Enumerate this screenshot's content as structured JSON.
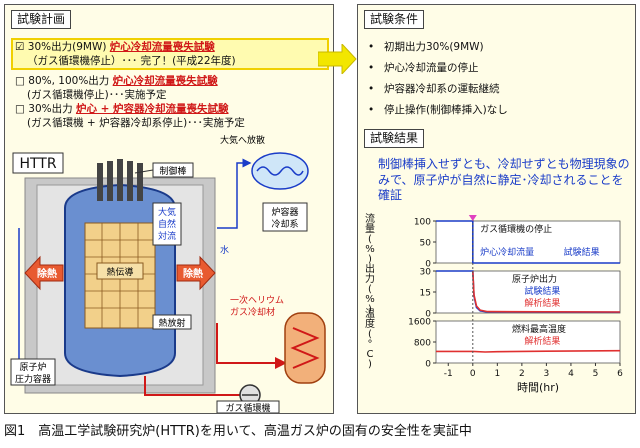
{
  "left_panel": {
    "title": "試験計画",
    "plans": [
      {
        "check": "☑",
        "prefix": "30%出力(9MW)",
        "emph": "炉心冷却流量喪失試験",
        "line2": "（ガス循環機停止）･･･ 完了！(平成22年度)"
      },
      {
        "check": "□",
        "prefix": "80%, 100%出力",
        "emph": "炉心冷却流量喪失試験",
        "line2": "(ガス循環機停止)･･･実施予定"
      },
      {
        "check": "□",
        "prefix": "30%出力",
        "emph": "炉心 + 炉容器冷却流量喪失試験",
        "line2": "(ガス循環機 + 炉容器冷却系停止)･･･実施予定"
      }
    ]
  },
  "diagram": {
    "htttr_label": "HTTR",
    "labels": {
      "control_rod": "制御棒",
      "atmosphere": "大気へ放散",
      "natural_conv": [
        "大気",
        "自然",
        "対流"
      ],
      "heat_conduction": "熱伝導",
      "heat_rem_left": "除熱",
      "heat_rem_right": "除熱",
      "water": "水",
      "vessel_cooling": [
        "炉容器",
        "冷却系"
      ],
      "radiation": "熱放射",
      "helium": [
        "一次ヘリウム",
        "ガス冷却材"
      ],
      "pressure_vessel": [
        "原子炉",
        "圧力容器"
      ],
      "gas_circulator": "ガス循環機"
    }
  },
  "right_panel": {
    "conditions_title": "試験条件",
    "conditions": [
      "初期出力30%(9MW)",
      "炉心冷却流量の停止",
      "炉容器冷却系の運転継続",
      "停止操作(制御棒挿入)なし"
    ],
    "results_title": "試験結果",
    "results_text": "制御棒挿入せずとも、冷却せずとも物理現象のみで、原子炉が自然に静定･冷却されることを確証"
  },
  "chart_data": {
    "type": "line",
    "xlabel": "時間(hr)",
    "x_ticks": [
      -1,
      0,
      1,
      2,
      3,
      4,
      5,
      6
    ],
    "xlim": [
      -1.5,
      6
    ],
    "event_marker_x": 0,
    "panels": [
      {
        "ylabel": "流量(%)",
        "ylim": [
          0,
          100
        ],
        "y_ticks": [
          0,
          50,
          100
        ],
        "annotation": "ガス循環機の停止",
        "legend": [
          "炉心冷却流量",
          "試験結果"
        ],
        "series": [
          {
            "name": "炉心冷却流量 試験結果",
            "color": "#1a3cc8",
            "points": [
              [
                -1.5,
                100
              ],
              [
                0,
                100
              ],
              [
                0,
                0
              ],
              [
                6,
                0
              ]
            ]
          }
        ]
      },
      {
        "ylabel": "出力(%)",
        "ylim": [
          0,
          30
        ],
        "y_ticks": [
          0,
          15,
          30
        ],
        "legend": [
          "原子炉出力",
          "試験結果",
          "解析結果"
        ],
        "series": [
          {
            "name": "試験結果",
            "color": "#1a3cc8",
            "points": [
              [
                -1.5,
                30
              ],
              [
                0,
                30
              ],
              [
                0.05,
                12
              ],
              [
                0.15,
                4
              ],
              [
                0.3,
                1.5
              ],
              [
                0.6,
                0.8
              ],
              [
                6,
                0.6
              ]
            ]
          },
          {
            "name": "解析結果",
            "color": "#e03030",
            "points": [
              [
                0,
                30
              ],
              [
                0.05,
                13
              ],
              [
                0.15,
                5
              ],
              [
                0.3,
                2
              ],
              [
                0.6,
                1
              ],
              [
                6,
                0.7
              ]
            ]
          }
        ]
      },
      {
        "ylabel": "温度(°C)",
        "ylim": [
          0,
          1600
        ],
        "y_ticks": [
          0,
          800,
          1600
        ],
        "legend": [
          "燃料最高温度",
          "解析結果"
        ],
        "series": [
          {
            "name": "解析結果",
            "color": "#e03030",
            "points": [
              [
                -1.5,
                440
              ],
              [
                0,
                440
              ],
              [
                0.5,
                420
              ],
              [
                1,
                430
              ],
              [
                3,
                450
              ],
              [
                6,
                470
              ]
            ]
          }
        ]
      }
    ]
  },
  "caption": "図1　高温工学試験研究炉(HTTR)を用いて、高温ガス炉の固有の安全性を実証中",
  "colors": {
    "panel_bg": "#fffde7",
    "highlight": "#fffbb0",
    "arrow_yellow": "#f2e600",
    "blue_text": "#1a3cc8",
    "red": "#d01818"
  }
}
